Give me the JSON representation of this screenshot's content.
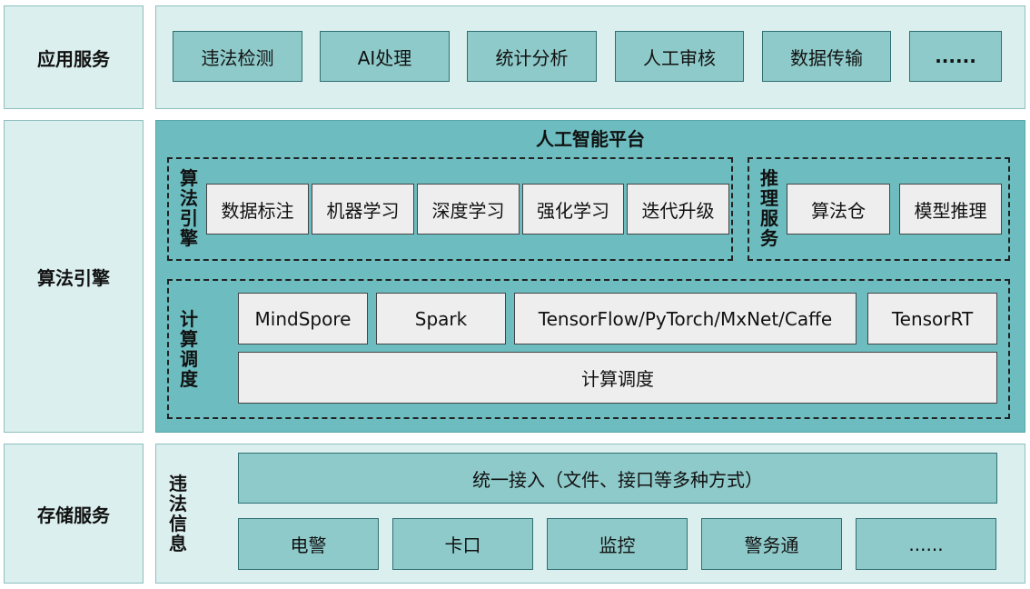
{
  "layers": {
    "app": {
      "label": "应用服务",
      "items": [
        "违法检测",
        "AI处理",
        "统计分析",
        "人工审核",
        "数据传输",
        "......"
      ]
    },
    "algo": {
      "label": "算法引擎",
      "platform_title": "人工智能平台",
      "engine": {
        "label": "算法引擎",
        "items": [
          "数据标注",
          "机器学习",
          "深度学习",
          "强化学习",
          "迭代升级"
        ]
      },
      "inference": {
        "label": "推理服务",
        "items": [
          "算法仓",
          "模型推理"
        ]
      },
      "compute": {
        "label": "计算调度",
        "frameworks": [
          "MindSpore",
          "Spark",
          "TensorFlow/PyTorch/MxNet/Caffe",
          "TensorRT"
        ],
        "scheduler": "计算调度"
      }
    },
    "storage": {
      "label": "存储服务",
      "side_label": "违法信息",
      "access": "统一接入（文件、接口等多种方式）",
      "sources": [
        "电警",
        "卡口",
        "监控",
        "警务通",
        "......"
      ]
    }
  },
  "colors": {
    "light_bg": "#dcefef",
    "platform_bg": "#6cbcc0",
    "tile": "#8fcaca",
    "grey_tile": "#eeeeee"
  }
}
